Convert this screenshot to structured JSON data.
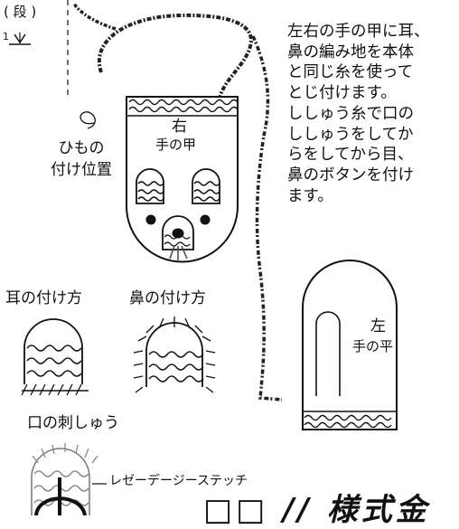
{
  "row_marker": {
    "paren_label": "( 段 )",
    "row_number": "1"
  },
  "string_position_label": [
    "ひもの",
    "付け位置"
  ],
  "right_mitten": {
    "line1": "右",
    "line2": "手の甲"
  },
  "left_mitten": {
    "line1": "左",
    "line2": "手の平"
  },
  "instructions": [
    "左右の手の甲に耳、",
    "鼻の編み地を本体",
    "と同じ糸を使って",
    "とじ付けます。",
    "ししゅう糸で口の",
    "ししゅうをしてか",
    "らをしてから目、",
    "鼻のボタンを付け",
    "ます。"
  ],
  "ear_label": "耳の付け方",
  "nose_label": "鼻の付け方",
  "mouth_label": "口の刺しゅう",
  "stitch_label": "レゼーデージーステッチ",
  "cut_title": "□□ //  様式金"
}
